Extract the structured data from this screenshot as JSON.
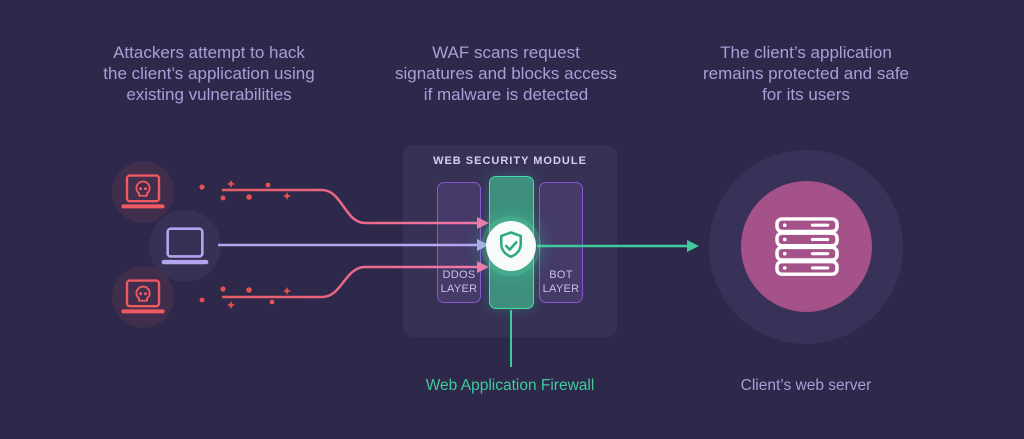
{
  "captions": {
    "attackers": "Attackers attempt to hack\nthe client’s application using\nexisting vulnerabilities",
    "waf": "WAF scans request\nsignatures and blocks access\nif malware is detected",
    "protected": "The client’s application\nremains protected and safe\nfor its users"
  },
  "module": {
    "title": "WEB SECURITY MODULE",
    "ddos_label": "DDOS\nLAYER",
    "bot_label": "BOT\nLAYER"
  },
  "labels": {
    "waf": "Web Application Firewall",
    "server": "Client’s web server"
  },
  "icons": {
    "attacker": "skull-laptop-icon",
    "client": "laptop-icon",
    "waf": "shield-check-icon",
    "server": "server-rack-icon"
  },
  "colors": {
    "background": "#2e294a",
    "panel": "#373156",
    "layer_purple_border": "#8a55d4",
    "layer_green_fill": "#3e8f7d",
    "layer_green_border": "#43dfa7",
    "attack_red": "#e25a60",
    "attack_pink": "#f478ad",
    "client_purple": "#b4a4ef",
    "safe_green": "#3ecb9c",
    "server_magenta": "#a5518a",
    "text_light_purple": "#a89fd8"
  }
}
